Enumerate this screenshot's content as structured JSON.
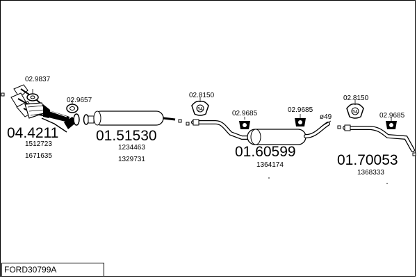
{
  "diagram": {
    "parts": [
      {
        "id": "cat",
        "number": "04.4211",
        "refs": [
          "1512723",
          "1671635"
        ]
      },
      {
        "id": "front-pipe",
        "number": "01.51530",
        "refs": [
          "1234463",
          "1329731"
        ]
      },
      {
        "id": "centre",
        "number": "01.60599",
        "refs": [
          "1364174"
        ]
      },
      {
        "id": "rear",
        "number": "01.70053",
        "refs": [
          "1368333"
        ]
      }
    ],
    "fittings": [
      {
        "id": "gasket-cat",
        "number": "02.9837"
      },
      {
        "id": "gasket-front",
        "number": "02.9657"
      },
      {
        "id": "hanger-centre-1",
        "number": "02.8150"
      },
      {
        "id": "clamp-centre-1",
        "number": "02.9685"
      },
      {
        "id": "clamp-centre-2",
        "number": "02.9685"
      },
      {
        "id": "hanger-rear",
        "number": "02.8150"
      },
      {
        "id": "clamp-rear",
        "number": "02.9685"
      }
    ],
    "diameter_label": "ø49",
    "hanger_mark": "54"
  },
  "footer": {
    "reference": "FORD30799A"
  }
}
